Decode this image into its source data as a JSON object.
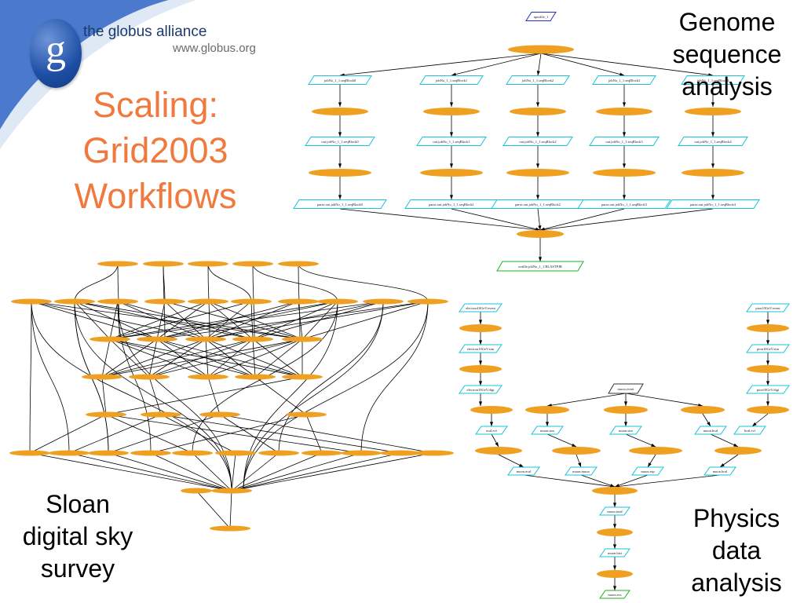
{
  "logo": {
    "name": "the globus alliance",
    "url": "www.globus.org",
    "letter": "g"
  },
  "title": {
    "line1": "Scaling:",
    "line2": "Grid2003",
    "line3": "Workflows"
  },
  "captions": {
    "genome": [
      "Genome",
      "sequence",
      "analysis"
    ],
    "sloan": [
      "Sloan",
      "digital sky",
      "survey"
    ],
    "physics": [
      "Physics",
      "data",
      "analysis"
    ]
  },
  "genome": {
    "top": "nputfile_1",
    "rows": [
      [
        "jobNo_1_1.seqBlock0",
        "jobNo_1_1.seqBlock1",
        "jobNo_1_1.seqBlock2",
        "jobNo_1_1.seqBlock3",
        "jobNo_1_1.seqBlock4"
      ],
      [
        "out.jobNo_1_1.seqBlock0",
        "out.jobNo_1_1.seqBlock1",
        "out.jobNo_1_1.seqBlock2",
        "out.jobNo_1_1.seqBlock3",
        "out.jobNo_1_1.seqBlock4"
      ],
      [
        "parse.out.jobNo_1_1.seqBlock0",
        "parse.out.jobNo_1_1.seqBlock1",
        "parse.out.jobNo_1_1.seqBlock2",
        "parse.out.jobNo_1_1.seqBlock3",
        "parse.out.jobNo_1_1.seqBlock4"
      ]
    ],
    "output": "outfile.jobNo_1_1.BLASTPJR"
  },
  "physics": {
    "left": [
      "electron10GeV.event",
      "electron10GeV.sim",
      "electron10GeV.digi"
    ],
    "right": [
      "pion10GeV.event",
      "pion10GeV.sim",
      "pion10GeV.digi"
    ],
    "center": "muon.event",
    "mid": [
      "ecal.evt",
      "muon.sim",
      "muon.sim",
      "muon.hcal",
      "hcal.evt"
    ],
    "low": [
      "muon.ecal",
      "muon.muon",
      "muon.esp",
      "muon.hcal"
    ],
    "chain": [
      "muon.total",
      "muon.hist",
      "muon.evs"
    ]
  },
  "colors": {
    "title": "#f07a3e",
    "jobNode": "#f0a020",
    "fileNode": "#17c4d6",
    "outNode": "#22b022",
    "edge": "#000000",
    "swoosh": "#2a62c5"
  }
}
